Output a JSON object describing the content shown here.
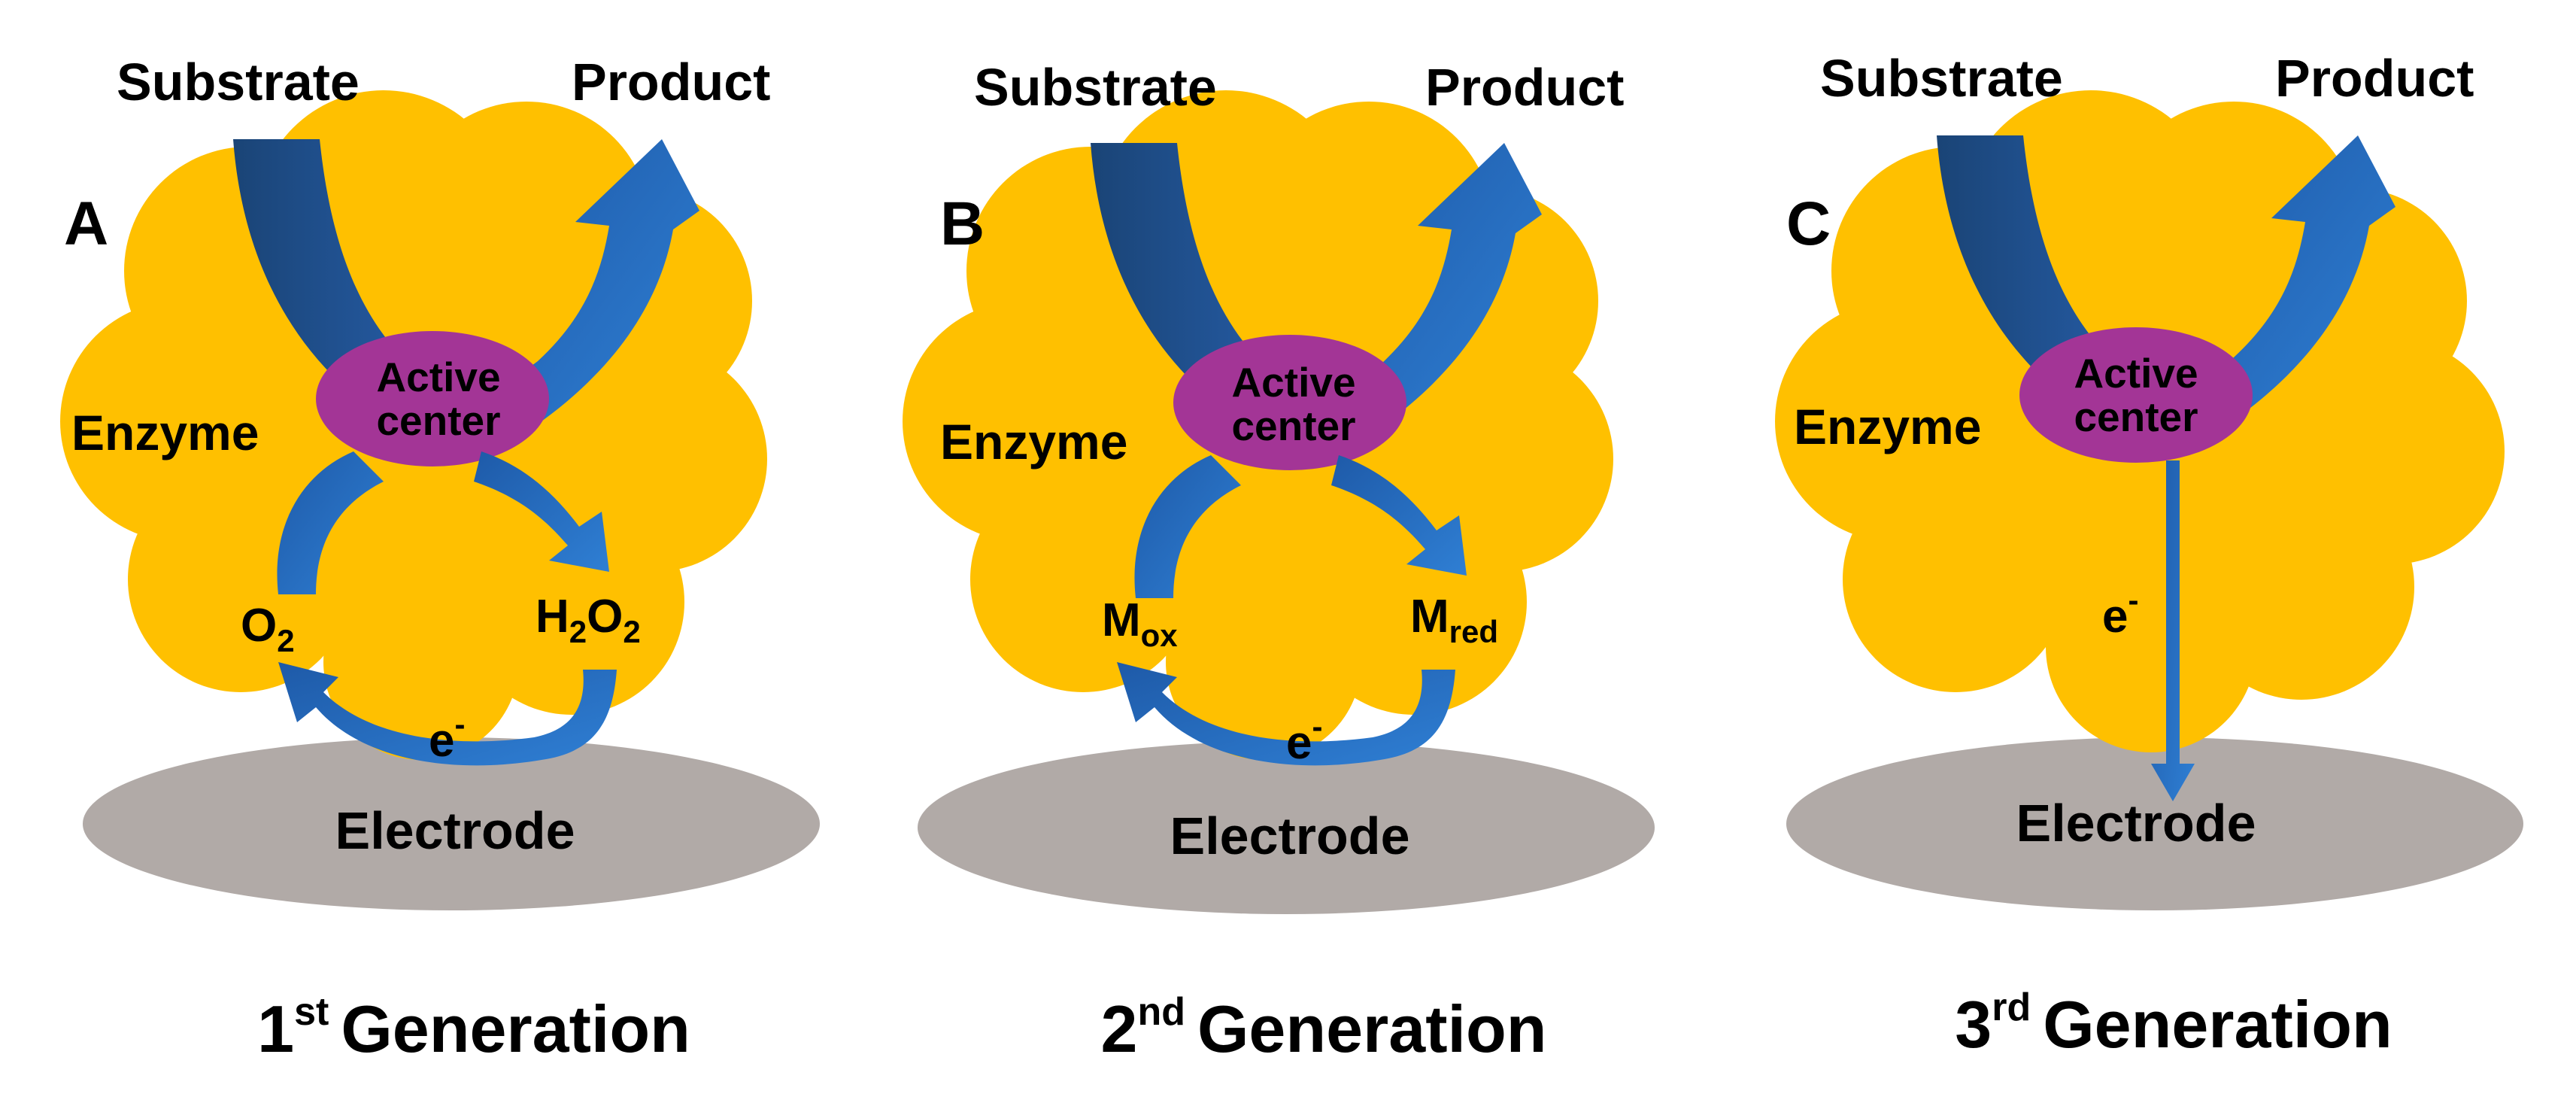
{
  "colors": {
    "enzyme": "#FFC000",
    "active_center": "#A33596",
    "electrode": "#B1AAA7",
    "arrow_dark": "#1F4E79",
    "arrow_blue": "#1F63B5",
    "arrow_light": "#2E7BD1"
  },
  "panels": [
    {
      "letter": "A",
      "substrate": "Substrate",
      "product": "Product",
      "enzyme": "Enzyme",
      "active_center_line1": "Active",
      "active_center_line2": "center",
      "left_species": {
        "base": "O",
        "sub": "2"
      },
      "right_species": {
        "base1": "H",
        "sub1": "2",
        "base2": "O",
        "sub2": "2"
      },
      "electron": {
        "base": "e",
        "sup": "-"
      },
      "electrode": "Electrode",
      "generation": {
        "num": "1",
        "sup": "st",
        "word": "Generation"
      }
    },
    {
      "letter": "B",
      "substrate": "Substrate",
      "product": "Product",
      "enzyme": "Enzyme",
      "active_center_line1": "Active",
      "active_center_line2": "center",
      "left_species": {
        "base": "M",
        "sub": "ox"
      },
      "right_species": {
        "base": "M",
        "sub": "red"
      },
      "electron": {
        "base": "e",
        "sup": "-"
      },
      "electrode": "Electrode",
      "generation": {
        "num": "2",
        "sup": "nd",
        "word": "Generation"
      }
    },
    {
      "letter": "C",
      "substrate": "Substrate",
      "product": "Product",
      "enzyme": "Enzyme",
      "active_center_line1": "Active",
      "active_center_line2": "center",
      "electron": {
        "base": "e",
        "sup": "-"
      },
      "electrode": "Electrode",
      "generation": {
        "num": "3",
        "sup": "rd",
        "word": "Generation"
      }
    }
  ]
}
